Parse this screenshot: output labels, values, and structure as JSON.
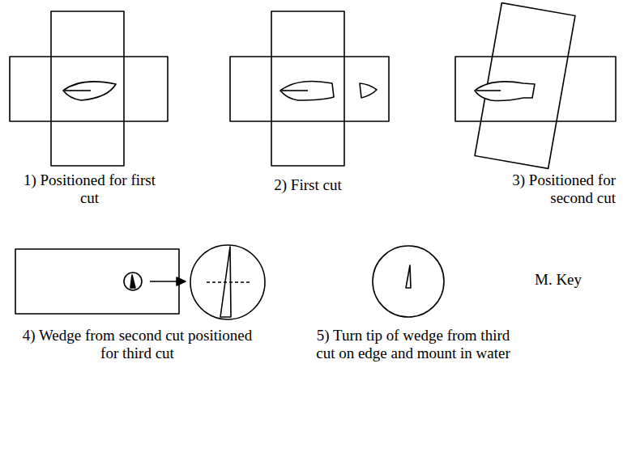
{
  "diagram": {
    "labels": [
      "1) Positioned for first cut",
      "2) First cut",
      "3) Positioned for second cut",
      "4) Wedge from second cut positioned for third cut",
      "5) Turn tip of wedge from third cut on edge and mount in water",
      "M. Key"
    ]
  }
}
